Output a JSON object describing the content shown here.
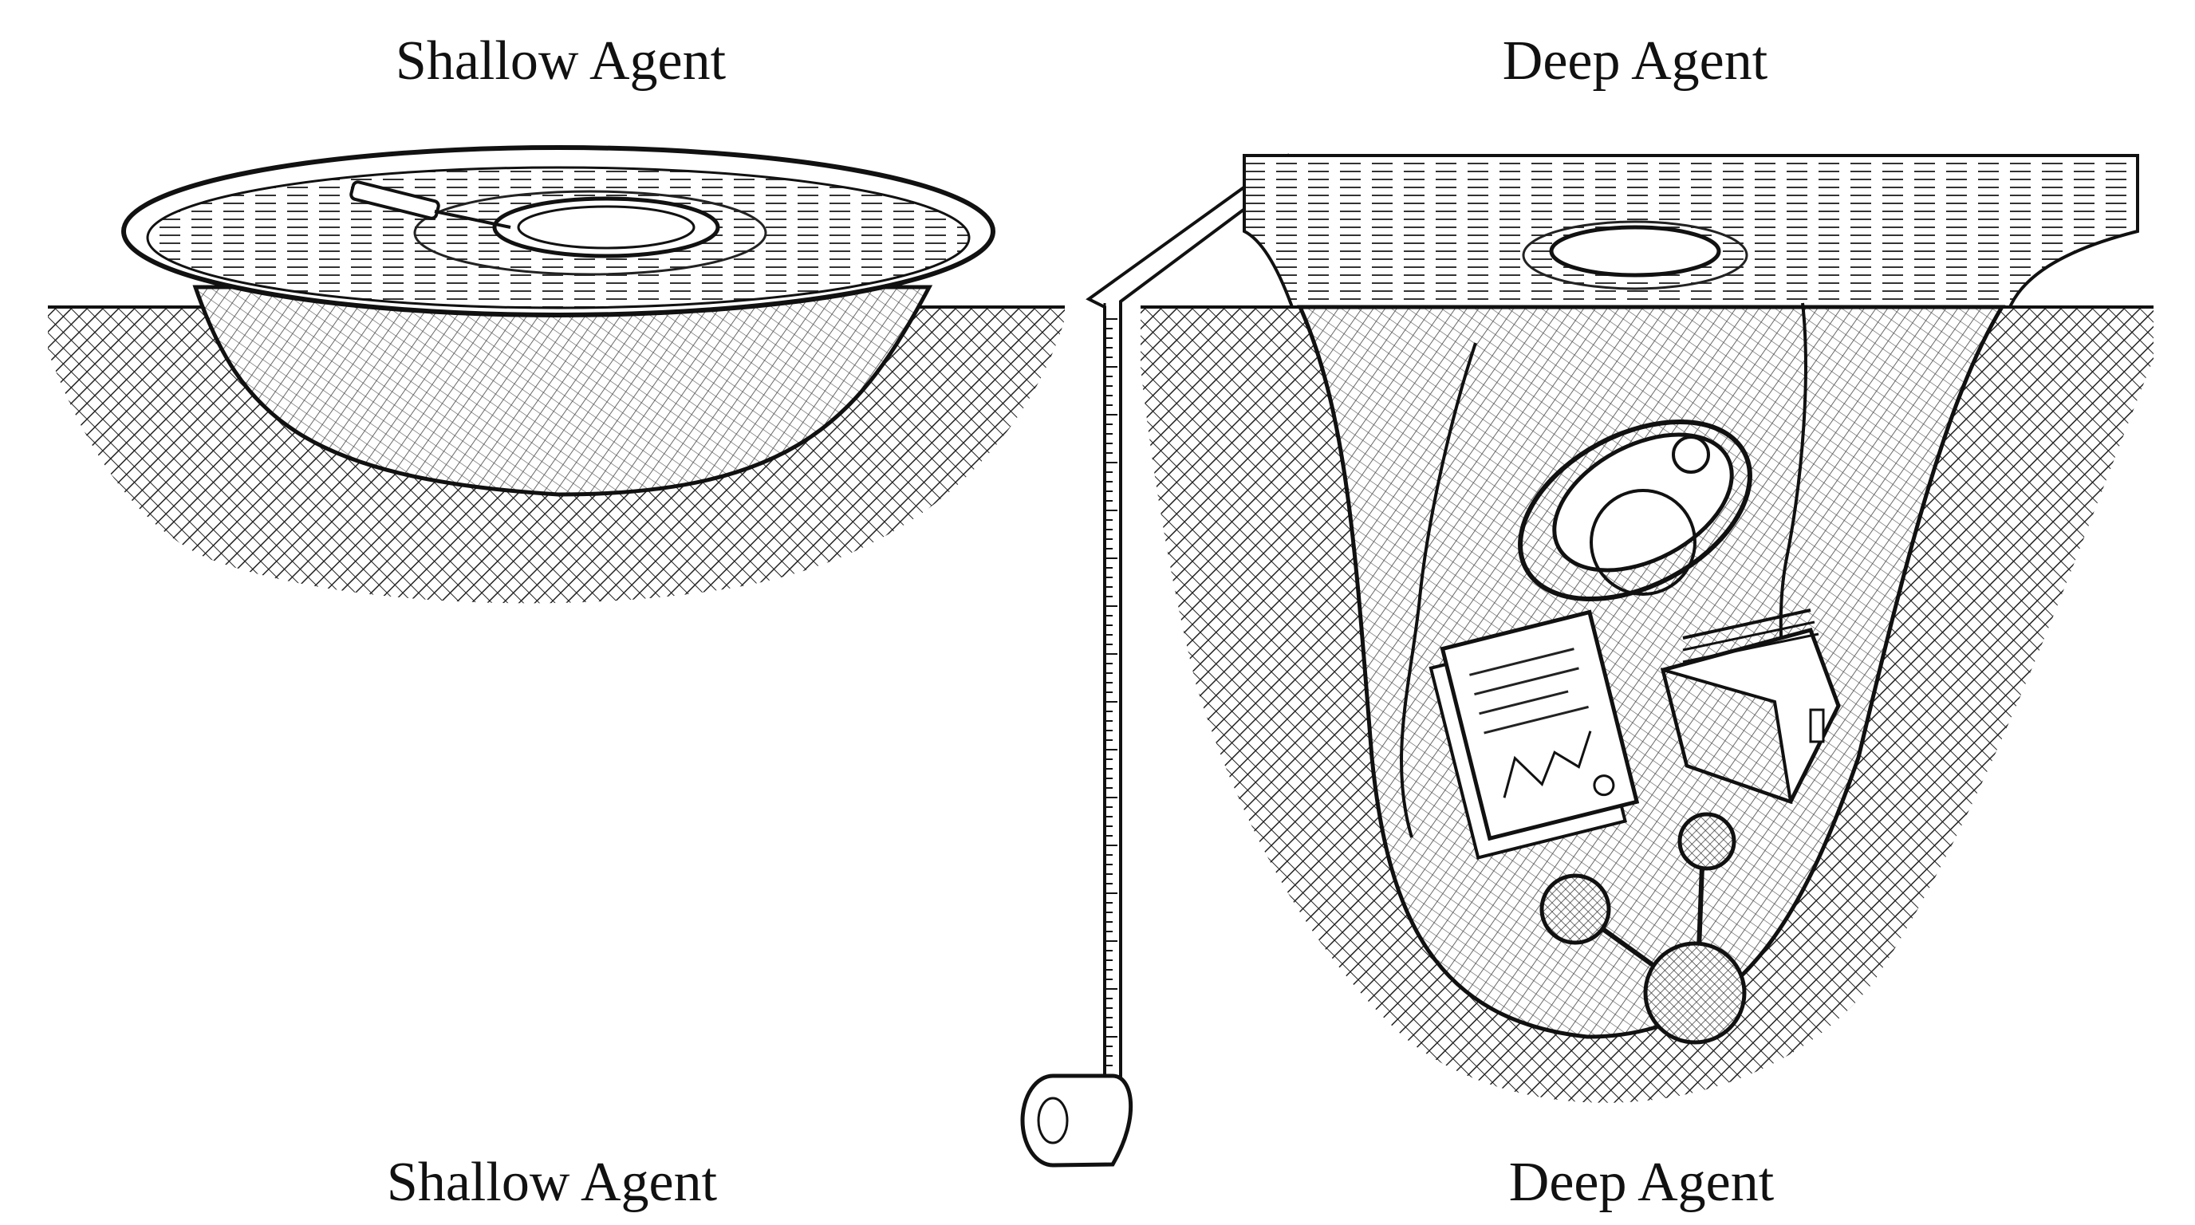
{
  "labels": {
    "shallow_top": "Shallow Agent",
    "deep_top": "Deep Agent",
    "shallow_bottom": "Shallow Agent",
    "deep_bottom": "Deep Agent"
  },
  "colors": {
    "ink": "#111111",
    "hatch": "#2a2a2a",
    "paper": "#ffffff"
  },
  "icons": [
    "shallow-bowl-icon",
    "deep-well-icon",
    "measuring-tape-icon",
    "document-icon",
    "file-folder-icon",
    "molecule-icon",
    "tool-rings-icon"
  ]
}
